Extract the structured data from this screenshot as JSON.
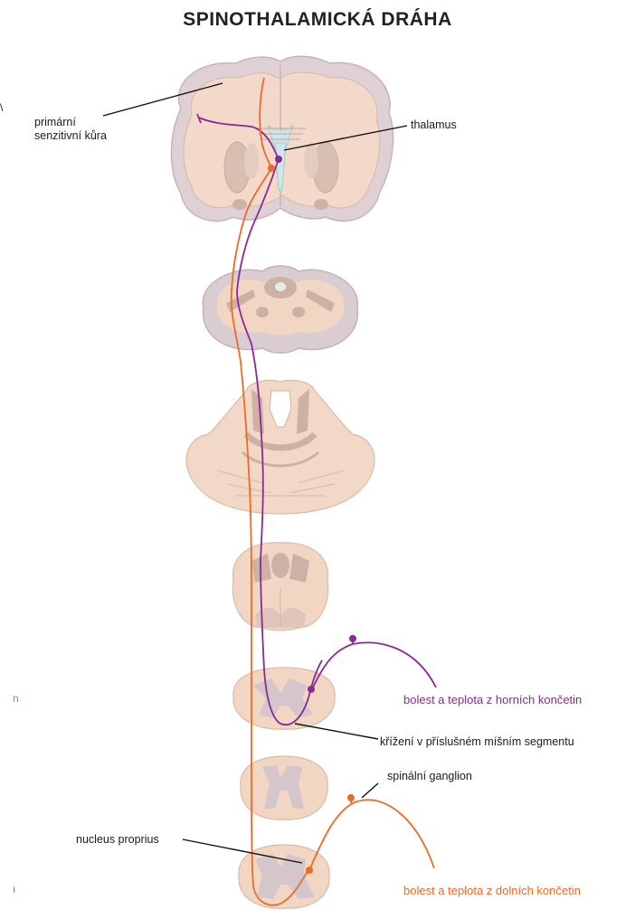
{
  "title": "SPINOTHALAMICKÁ DRÁHA",
  "labels": {
    "cortex_line1": "primární",
    "cortex_line2": "senzitivní kůra",
    "thalamus": "thalamus",
    "upper_limbs": "bolest a teplota z horních končetin",
    "crossing": "křížení v příslušném míšním segmentu",
    "ganglion": "spinální ganglion",
    "nucleus": "nucleus proprius",
    "lower_limbs": "bolest a teplota z dolních končetin"
  },
  "edge_fragments": {
    "top_left": "\\",
    "mid_left": "n",
    "bottom_left": "ı"
  },
  "colors": {
    "purple_tract": "#8a2a93",
    "orange_tract": "#ec6b26",
    "tissue": "#f2d7c7",
    "tissue_outline": "#d9b9a6",
    "grey_matter": "#cfb5a9",
    "white_matter": "#e8d4d6",
    "ventricle": "#cfe6e8"
  }
}
